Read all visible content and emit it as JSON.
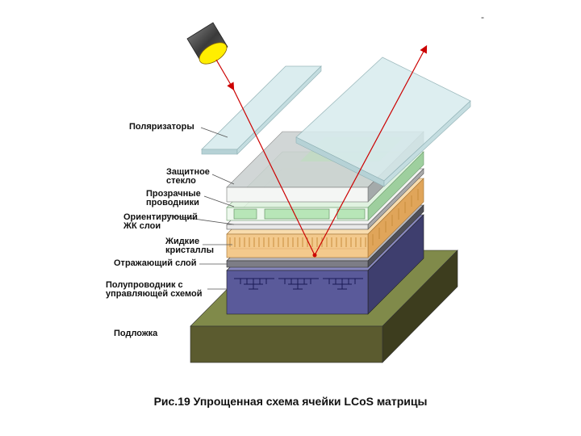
{
  "labels": {
    "polarizers": "Поляризаторы",
    "protective_glass_1": "Защитное",
    "protective_glass_2": "стекло",
    "transparent_conductors_1": "Прозрачные",
    "transparent_conductors_2": "проводники",
    "alignment_layer_1": "Ориентирующий",
    "alignment_layer_2": "ЖК слои",
    "liquid_crystals_1": "Жидкие",
    "liquid_crystals_2": "кристаллы",
    "reflective_layer": "Отражающий слой",
    "semiconductor_1": "Полупроводник с",
    "semiconductor_2": "управляющей схемой",
    "substrate": "Подложка"
  },
  "caption": "Рис.19 Упрощенная схема ячейки LCoS матрицы",
  "corner_mark": "-",
  "colors": {
    "substrate": "#5b5b2f",
    "semiconductor": "#5a5a9a",
    "reflective": "#7d7d86",
    "liquid_crystal": "#f3c98c",
    "glass": "#c9cfcf",
    "conductor": "#b8e6b8",
    "polarizer": "#d8ecee",
    "light_beam": "#cc0000",
    "lamp_lens": "#ffee00"
  }
}
